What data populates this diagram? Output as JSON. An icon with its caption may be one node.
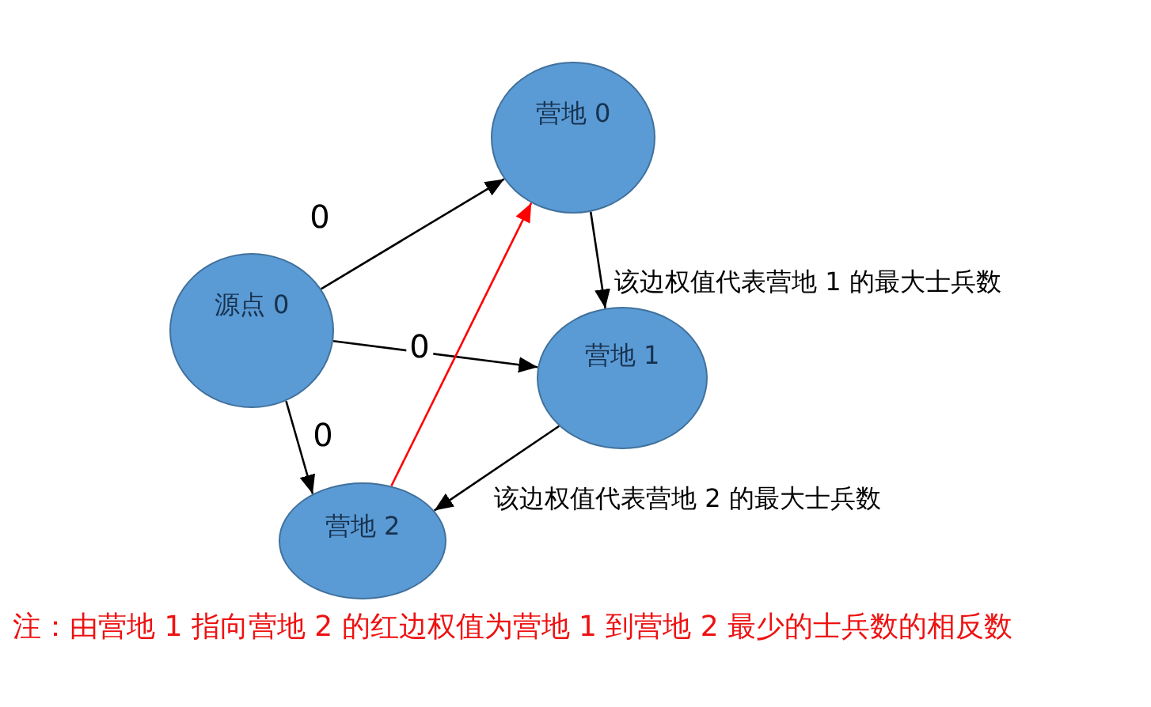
{
  "diagram": {
    "nodes": [
      {
        "text": [
          "营地 0"
        ]
      },
      {
        "text": [
          "源点 0"
        ]
      },
      {
        "text": [
          "营地 1"
        ]
      },
      {
        "text": [
          "营地 2"
        ]
      }
    ],
    "edges": [
      {
        "from": 1,
        "to": 0,
        "arrow": "to",
        "label": "0"
      },
      {
        "from": 1,
        "to": 2,
        "arrow": "to",
        "label": "0"
      },
      {
        "from": 1,
        "to": 3,
        "arrow": "to",
        "label": "0"
      },
      {
        "from": 0,
        "to": 2,
        "arrow": "to",
        "label": "该边权值代表营地 1 的最大士兵数"
      },
      {
        "from": 2,
        "to": 3,
        "arrow": "to",
        "label": "该边权值代表营地 2 的最大士兵数"
      },
      {
        "from": 3,
        "to": 0,
        "arrow": "to",
        "color": "#ff0000"
      }
    ],
    "labels": [
      "注：由营地 1 指向营地 2 的红边权值为营地 1 到营地 2 最少的士兵数的相反数"
    ]
  }
}
